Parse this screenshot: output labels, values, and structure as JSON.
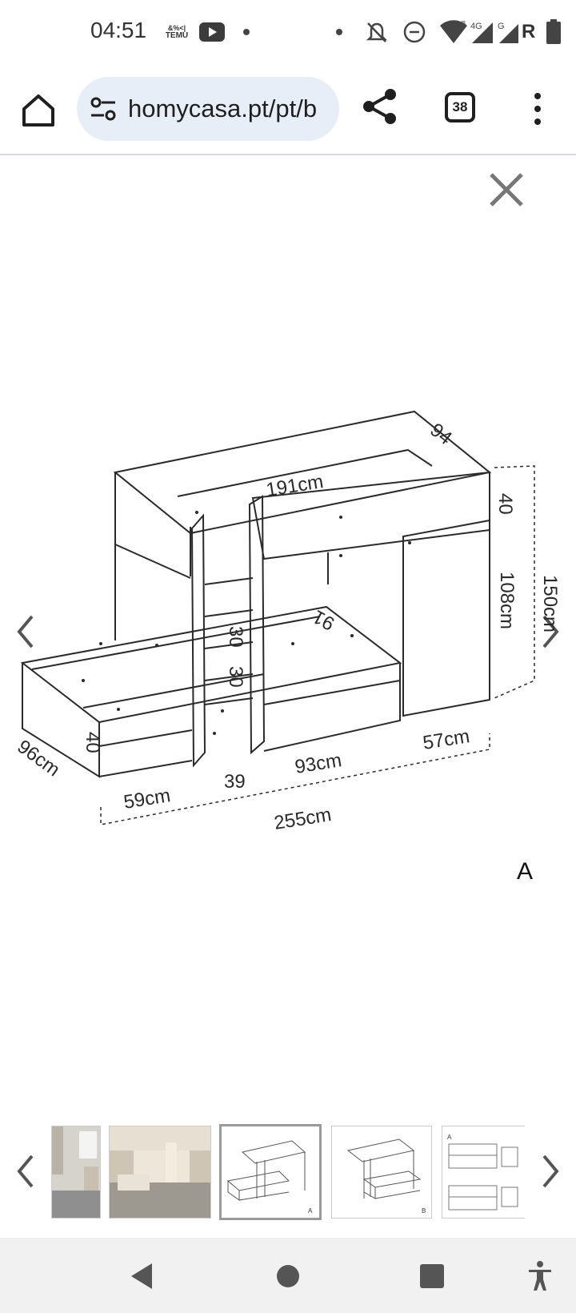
{
  "status_bar": {
    "time": "04:51",
    "temu_label": "TEMU",
    "network_label": "4G",
    "signal_label": "G",
    "roaming_label": "R",
    "icons": [
      "temu-icon",
      "youtube-icon",
      "dot",
      "dot",
      "mute-icon",
      "dnd-icon",
      "wifi-icon",
      "signal-icon",
      "signal-icon",
      "battery-icon"
    ]
  },
  "browser": {
    "url": "homycasa.pt/pt/b",
    "tab_count": "38",
    "icons": [
      "home-icon",
      "tune-icon",
      "share-icon",
      "tabs-icon",
      "menu-icon"
    ]
  },
  "viewer": {
    "close_icon": "close-icon",
    "prev_icon": "chevron-left-icon",
    "next_icon": "chevron-right-icon",
    "image_label": "A",
    "dimensions": {
      "top_length": "191cm",
      "top_depth": "94",
      "guard_height": "40",
      "bed_height": "108cm",
      "total_height": "150cm",
      "step_1": "30",
      "step_2": "30",
      "lower_depth": "91",
      "front_depth": "96cm",
      "front_height": "40",
      "left_width": "59cm",
      "ladder_width": "39",
      "middle_width": "93cm",
      "right_width": "57cm",
      "total_width": "255cm"
    }
  },
  "thumbnails": {
    "items": [
      {
        "kind": "photo-room",
        "active": false
      },
      {
        "kind": "photo-bed",
        "active": false
      },
      {
        "kind": "diagram-a",
        "active": true,
        "letter": "A"
      },
      {
        "kind": "diagram-b",
        "active": false,
        "letter": "B"
      },
      {
        "kind": "diagram-ab",
        "active": false,
        "letter": "A"
      }
    ]
  },
  "nav_bar": {
    "icons": [
      "back-icon",
      "home-circle-icon",
      "recents-icon",
      "accessibility-icon"
    ]
  },
  "colors": {
    "omnibox_bg": "#e8eef7",
    "navbar_bg": "#f1f1f1",
    "line": "#222222"
  }
}
